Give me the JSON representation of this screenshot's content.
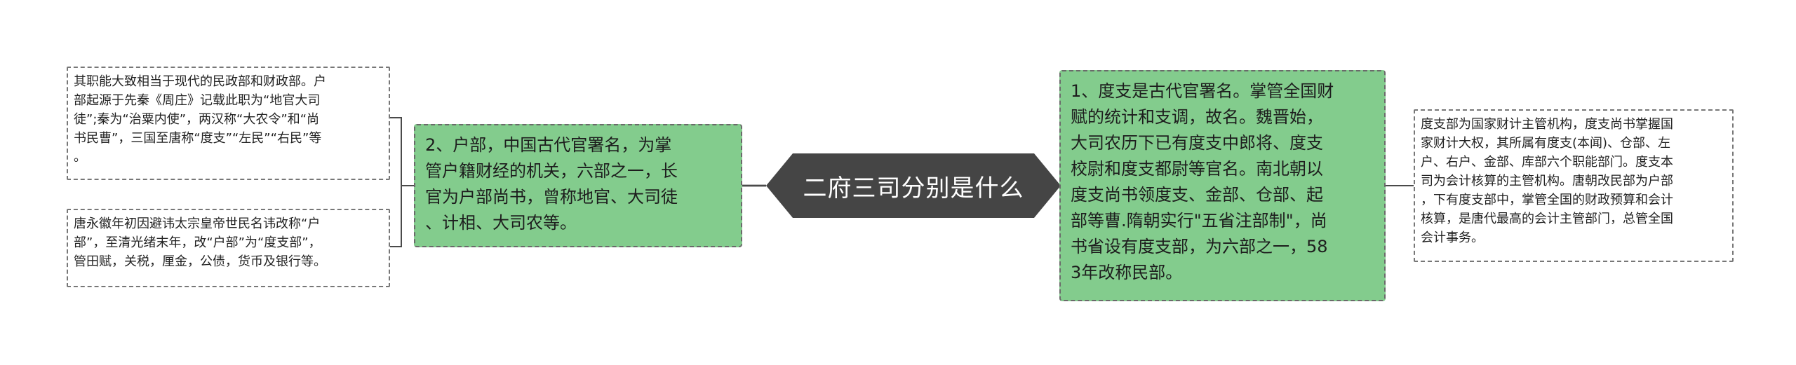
{
  "center": {
    "title": "二府三司分别是什么"
  },
  "left": {
    "topic": {
      "lines": [
        "2、户部，中国古代官署名，为掌",
        "管户籍财经的机关，六部之一，长",
        "官为户部尚书，曾称地官、大司徒",
        "、计相、大司农等。"
      ]
    },
    "details": [
      {
        "lines": [
          "其职能大致相当于现代的民政部和财政部。户",
          "部起源于先秦《周庄》记载此职为“地官大司",
          "徒”;秦为“治粟内使”，两汉称“大农令”和“尚",
          "书民曹”，三国至唐称“度支”“左民”“右民”等",
          "。"
        ]
      },
      {
        "lines": [
          "唐永徽年初因避讳太宗皇帝世民名讳改称“户",
          "部”，至清光绪末年，改“户部”为“度支部”，",
          "管田赋，关税，厘金，公债，货币及银行等。"
        ]
      }
    ]
  },
  "right": {
    "topic": {
      "lines": [
        "1、度支是古代官署名。掌管全国财",
        "赋的统计和支调，故名。魏晋始，",
        "大司农历下已有度支中郎将、度支",
        "校尉和度支都尉等官名。南北朝以",
        "度支尚书领度支、金部、仓部、起",
        "部等曹.隋朝实行\"五省注部制\"，尚",
        "书省设有度支部，为六部之一，58",
        "3年改称民部。"
      ]
    },
    "details": [
      {
        "lines": [
          "度支部为国家财计主管机构，度支尚书掌握国",
          "家财计大权，其所属有度支(本闻)、仓部、左",
          "户、右户、金部、库部六个职能部门。度支本",
          "司为会计核算的主管机构。唐朝改民部为户部",
          "，下有度支部中，掌管全国的财政预算和会计",
          "核算，是唐代最高的会计主管部门，总管全国",
          "会计事务。"
        ]
      }
    ]
  },
  "colors": {
    "center": "#454545",
    "topic": "#83cc8d",
    "line": "#4a4a4a"
  }
}
